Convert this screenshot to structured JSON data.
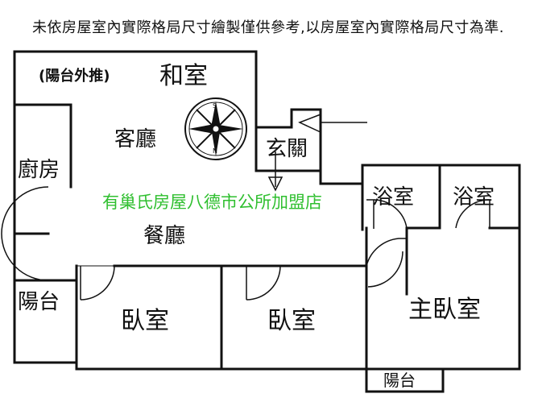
{
  "disclaimer": "未依房屋室內實際格局尺寸繪製僅供參考,以房屋室內實際格局尺寸為準.",
  "watermark": "有巢氏房屋八德市公所加盟店",
  "rooms": {
    "balcony_note": "(陽台外推)",
    "japanese_room": "和室",
    "living_room": "客廳",
    "kitchen": "廚房",
    "entrance": "玄關",
    "bath1": "浴室",
    "bath2": "浴室",
    "dining": "餐廳",
    "balcony_left": "陽台",
    "bedroom1": "臥室",
    "bedroom2": "臥室",
    "master_bedroom": "主臥室",
    "balcony_bottom": "陽台"
  },
  "compass": {
    "north_label": "N",
    "south_label": "S"
  },
  "colors": {
    "line": "#111111",
    "watermark": "#2fbf2f"
  }
}
